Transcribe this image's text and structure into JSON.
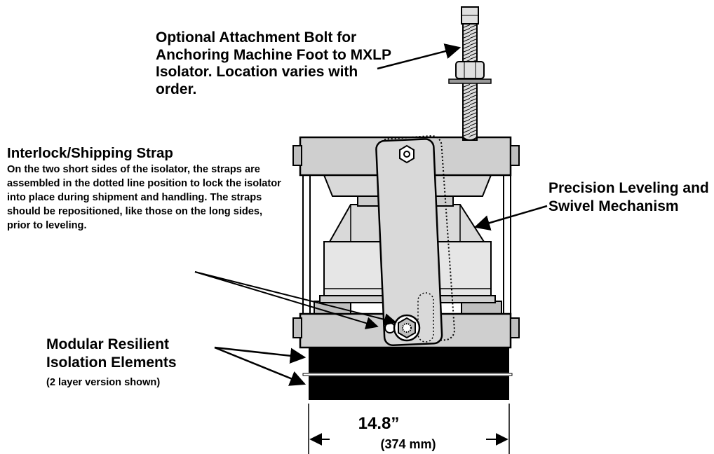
{
  "labels": {
    "bolt": "Optional Attachment Bolt for Anchoring Machine Foot to MXLP Isolator. Location varies with order.",
    "strap_title": "Interlock/Shipping Strap",
    "strap_desc": "On the two short sides of the isolator, the straps are assembled in the dotted line position to lock the isolator into place during shipment and handling. The straps should be repositioned, like those on the long sides, prior to leveling.",
    "leveling": "Precision Leveling and Swivel Mechanism",
    "isolation": "Modular Resilient Isolation Elements",
    "isolation_sub": "(2 layer version shown)",
    "dim_in": "14.8”",
    "dim_mm": "(374 mm)"
  },
  "colors": {
    "body_gray": "#d9d9d9",
    "light_gray": "#e6e6e6",
    "dark_gray": "#a6a6a6",
    "pad_black": "#000000"
  }
}
